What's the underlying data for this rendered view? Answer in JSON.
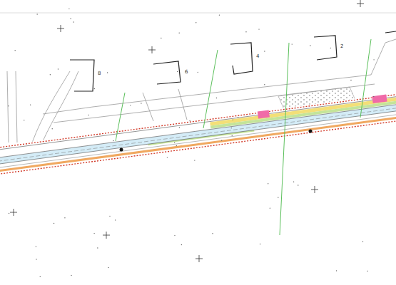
{
  "diagram": {
    "labels": [
      "8",
      "6",
      "4",
      "2"
    ]
  }
}
